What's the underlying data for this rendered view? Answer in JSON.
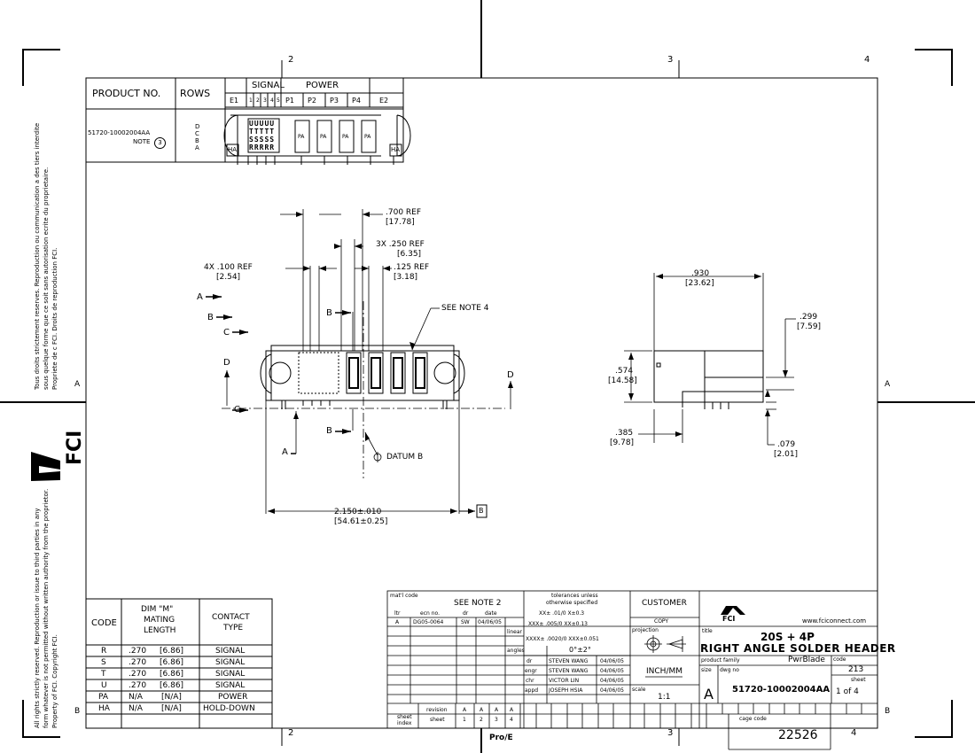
{
  "border": {
    "zone_top": [
      "2",
      "3",
      "4"
    ],
    "zone_bottom": [
      "2",
      "3",
      "4"
    ],
    "zone_side": [
      "A",
      "B"
    ]
  },
  "side_text": {
    "upper": [
      "Tous droits strictement reserves. Reproduction ou communication a des tiers interdite",
      "sous quelque forme que ce soit sans autorisation ecrite du proprietaire.",
      "Propriete de c FCI.  Droits de reproduction FCI."
    ],
    "lower": [
      "All rights strictly reserved.  Reproduction or issue to third parties in any",
      "form whatever is not permitted without written authority from the proprietor.",
      "Property of FCI.  Copyright FCI."
    ],
    "logo": "FCI"
  },
  "header_table": {
    "product_no_header": "PRODUCT NO.",
    "rows_header": "ROWS",
    "signal_header": "SIGNAL",
    "power_header": "POWER",
    "columns": [
      "E1",
      "1",
      "2",
      "3",
      "4",
      "5",
      "P1",
      "P2",
      "P3",
      "P4",
      "E2"
    ],
    "product_no": "51720-10002004AA",
    "note_label": "NOTE",
    "note_num": "3",
    "rows": [
      "D",
      "C",
      "B",
      "A"
    ],
    "signal_code_rows": [
      "UUUUU",
      "TTTTT",
      "SSSSS",
      "RRRRR"
    ],
    "power_codes": [
      "PA",
      "PA",
      "PA",
      "PA"
    ],
    "end_codes": [
      "HA",
      "HA"
    ]
  },
  "dimensions": {
    "d700": ".700   REF",
    "d700mm": "[17.78]",
    "d250": "3X .250  REF",
    "d250mm": "[6.35]",
    "d100": "4X .100  REF",
    "d100mm": "[2.54]",
    "d125": ".125  REF",
    "d125mm": "[3.18]",
    "see_note": "SEE NOTE 4",
    "sec_a": "A",
    "sec_b": "B",
    "sec_c": "C",
    "sec_d": "D",
    "datum_b": "DATUM B",
    "d2150": "2.150±.010",
    "d2150mm": "[54.61±0.25]",
    "datum_box": "B",
    "d930": ".930",
    "d930mm": "[23.62]",
    "d299": ".299",
    "d299mm": "[7.59]",
    "d574": ".574",
    "d574mm": "[14.58]",
    "d385": ".385",
    "d385mm": "[9.78]",
    "d079": ".079",
    "d079mm": "[2.01]"
  },
  "code_table": {
    "headers": [
      "CODE",
      "DIM \"M\"",
      "MATING",
      "LENGTH",
      "CONTACT",
      "TYPE"
    ],
    "rows": [
      {
        "code": "R",
        "inch": ".270",
        "mm": "[6.86]",
        "type": "SIGNAL"
      },
      {
        "code": "S",
        "inch": ".270",
        "mm": "[6.86]",
        "type": "SIGNAL"
      },
      {
        "code": "T",
        "inch": ".270",
        "mm": "[6.86]",
        "type": "SIGNAL"
      },
      {
        "code": "U",
        "inch": ".270",
        "mm": "[6.86]",
        "type": "SIGNAL"
      },
      {
        "code": "PA",
        "inch": "N/A",
        "mm": "[N/A]",
        "type": "POWER"
      },
      {
        "code": "HA",
        "inch": "N/A",
        "mm": "[N/A]",
        "type": "HOLD-DOWN"
      }
    ]
  },
  "title_block": {
    "matl_code_label": "mat'l code",
    "matl_value": "SEE NOTE 2",
    "tolerances_line1": "tolerances unless",
    "tolerances_line2": "otherwise specified",
    "customer_label": "CUSTOMER",
    "copy_label": "COPY",
    "rev_headers": [
      "ltr",
      "ecn no.",
      "dr",
      "date"
    ],
    "rev_row": [
      "A",
      "DG05-0064",
      "SW",
      "04/06/05"
    ],
    "linear_label": "linear",
    "lin1": "XX± .01/0 X±0.3",
    "lin2": "XXX± .005/0 XX±0.13",
    "lin3": "XXXX± .0020/0 XXX±0.051",
    "angles_label": "angles",
    "angles_value": "0°±2°",
    "projection_label": "projection",
    "inch_mm": "INCH/MM",
    "scale_label": "scale",
    "scale_value": "1:1",
    "signoffs": [
      {
        "role": "dr",
        "name": "STEVEN WANG",
        "date": "04/06/05"
      },
      {
        "role": "engr",
        "name": "STEVEN WANG",
        "date": "04/06/05"
      },
      {
        "role": "chr",
        "name": "VICTOR LIN",
        "date": "04/06/05"
      },
      {
        "role": "appd",
        "name": "JOSEPH HSIA",
        "date": "04/06/05"
      }
    ],
    "sheet_index_label": "sheet index",
    "revision_label": "revision",
    "sheet_label2": "sheet",
    "index_letters": [
      "A",
      "A",
      "A",
      "A"
    ],
    "index_nums": [
      "1",
      "2",
      "3",
      "4"
    ],
    "fci": "FCI",
    "website": "www.fciconnect.com",
    "title_label": "title",
    "title_line1": "20S + 4P",
    "title_line2": "RIGHT ANGLE SOLDER HEADER",
    "product_family_label": "product family",
    "product_family": "PwrBlade",
    "code_label": "code",
    "code_value": "213",
    "size_label": "size",
    "size_value": "A",
    "dwg_no_label": "dwg no",
    "dwg_no": "51720-10002004AA",
    "sheet_label": "sheet",
    "sheet_value": "1 of 4",
    "cage_code_label": "cage code",
    "cage_code": "22526",
    "pro_e": "Pro/E"
  }
}
